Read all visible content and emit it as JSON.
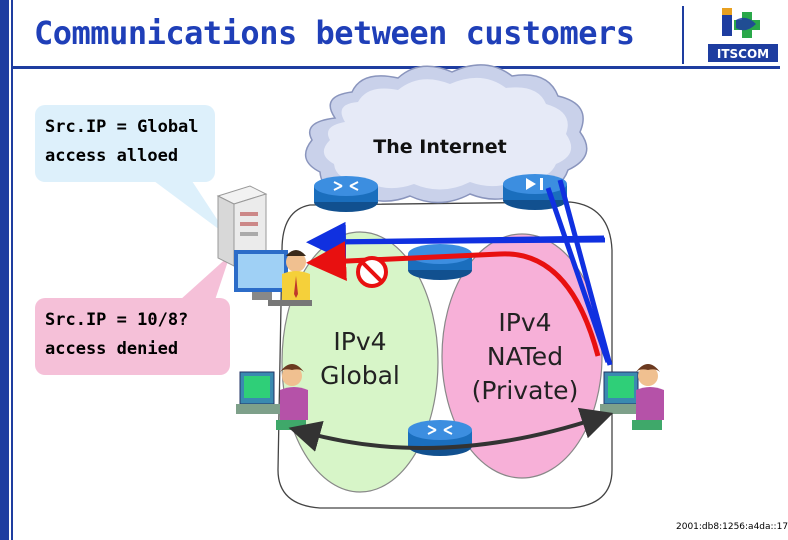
{
  "slide": {
    "title": "Communications between customers",
    "footer": "2001:db8:1256:a4da::17"
  },
  "logo": {
    "text": "ITSCOM",
    "icon": "itscom-logo-icon"
  },
  "callouts": {
    "allowed": {
      "line1": "Src.IP = Global",
      "line2": "access alloed"
    },
    "denied": {
      "line1": "Src.IP = 10/8?",
      "line2": "access denied"
    }
  },
  "diagram": {
    "cloud_label": "The Internet",
    "global_label_line1": "IPv4",
    "global_label_line2": "Global",
    "nated_label_line1": "IPv4",
    "nated_label_line2": "NATed",
    "nated_label_line3": "(Private)"
  },
  "colors": {
    "accent": "#1e3da0",
    "global_zone": "#d7f5c8",
    "private_zone": "#f7b0d8",
    "blue_path": "#1030e0",
    "red_path": "#e81010",
    "router": "#1a6ebd"
  }
}
